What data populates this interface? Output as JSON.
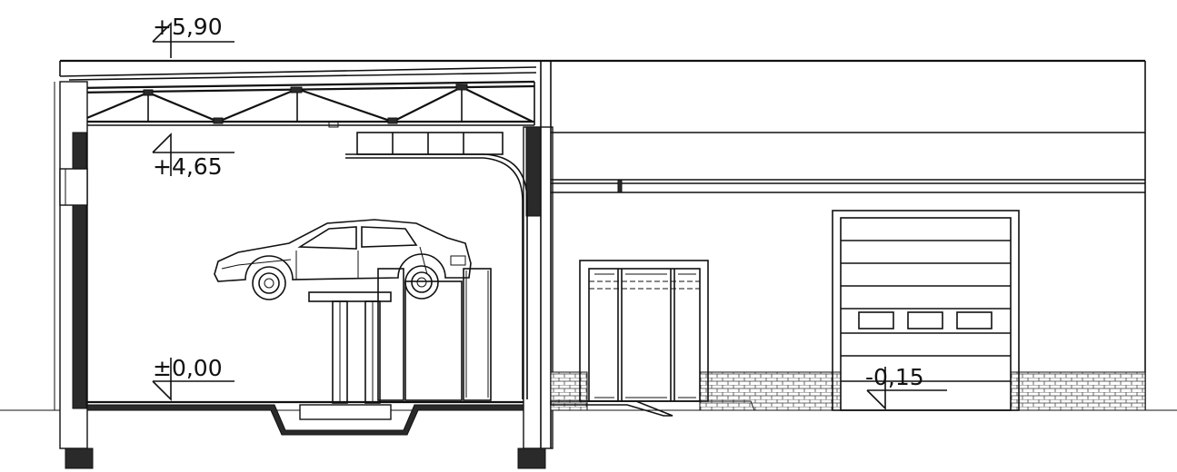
{
  "levels": {
    "top": "+5,90",
    "truss": "+4,65",
    "floor": "±0,00",
    "ground": "-0,15"
  }
}
